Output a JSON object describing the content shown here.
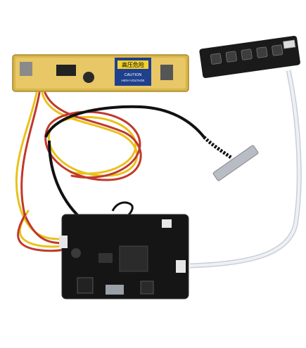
{
  "inverter": {
    "warning_label_cn": "高压危险",
    "warning_label_en_1": "CAUTION",
    "warning_label_en_2": "HIGH VOLTAGE"
  },
  "colors": {
    "inverter_board": "#d9b64a",
    "warning_sticker": "#1f3f8f",
    "controller_board": "#151515",
    "keypad_board": "#1a1a1a",
    "wire_red": "#c0392b",
    "wire_yellow": "#e8c21c",
    "cable_black": "#111111",
    "ribbon_cable": "#dfe3ea"
  }
}
